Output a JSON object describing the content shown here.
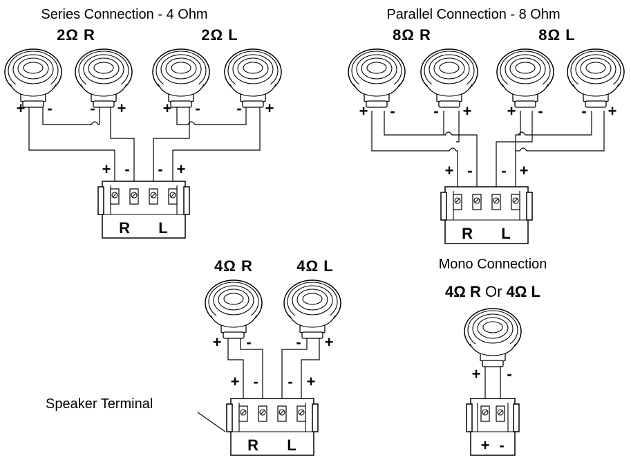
{
  "series": {
    "title": "Series Connection - 4 Ohm",
    "label_right": "2Ω R",
    "label_left": "2Ω L",
    "polarity_speakers": [
      "+",
      "-",
      "-",
      "+",
      "+",
      "-",
      "-",
      "+"
    ],
    "polarity_terminal": [
      "+",
      "-",
      "-",
      "+"
    ],
    "terminal_channels": [
      "R",
      "L"
    ]
  },
  "parallel": {
    "title": "Parallel Connection - 8 Ohm",
    "label_right": "8Ω R",
    "label_left": "8Ω L",
    "polarity_speakers": [
      "+",
      "-",
      "-",
      "+",
      "+",
      "-",
      "-",
      "+"
    ],
    "polarity_terminal": [
      "+",
      "-",
      "-",
      "+"
    ],
    "terminal_channels": [
      "R",
      "L"
    ]
  },
  "stereo": {
    "label_right": "4Ω R",
    "label_left": "4Ω L",
    "polarity_speakers": [
      "+",
      "-",
      "-",
      "+"
    ],
    "polarity_terminal": [
      "+",
      "-",
      "-",
      "+"
    ],
    "terminal_channels": [
      "R",
      "L"
    ],
    "callout": "Speaker Terminal"
  },
  "mono": {
    "title": "Mono Connection",
    "imp_a": "4Ω R",
    "imp_or": " Or ",
    "imp_b": "4Ω L",
    "polarity_speaker": [
      "+",
      "-"
    ],
    "terminal_labels": [
      "+",
      "-"
    ]
  }
}
